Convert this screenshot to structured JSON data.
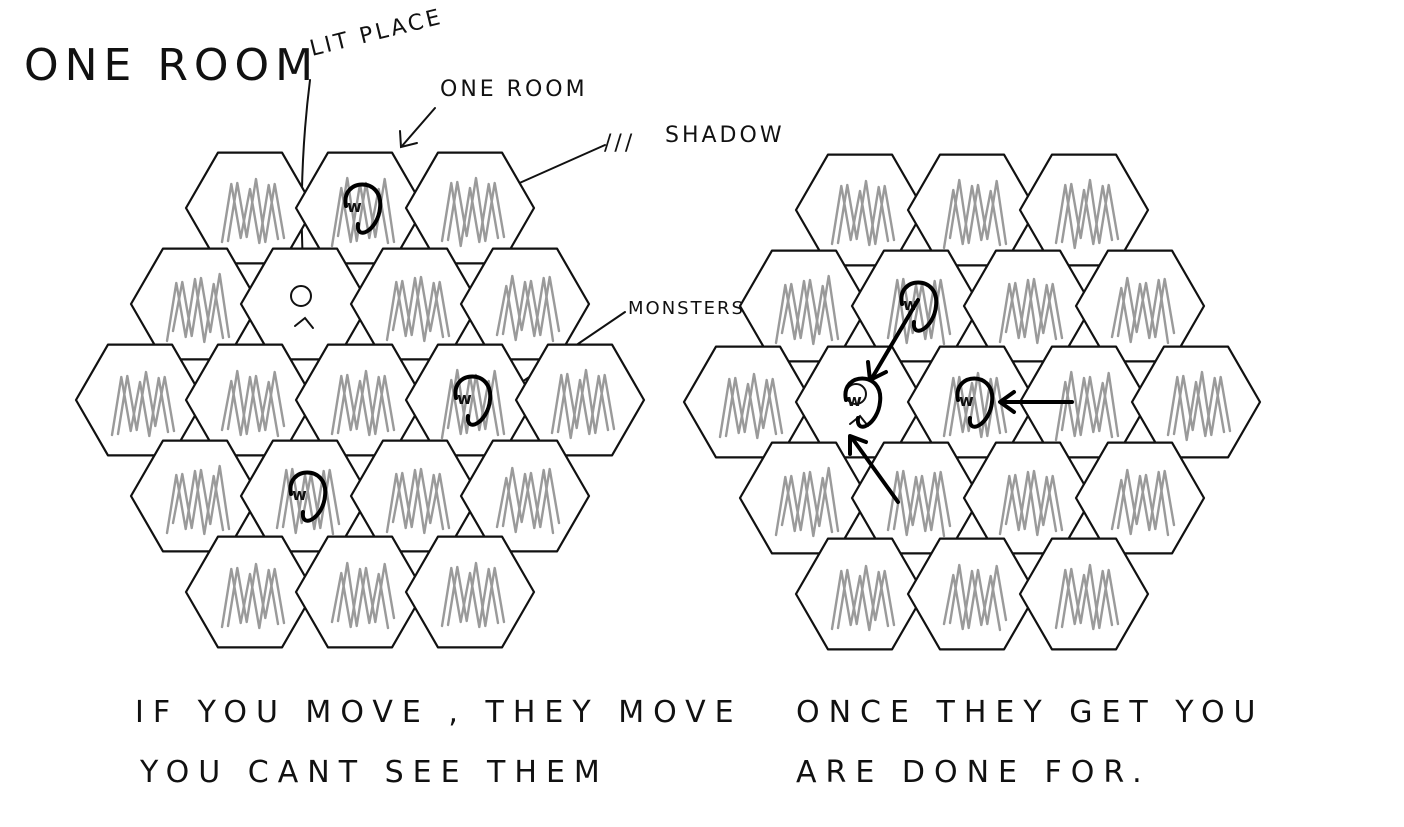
{
  "title": "ONE ROOM",
  "annotations": {
    "lit_place": "LIT PLACE",
    "one_room": "ONE ROOM",
    "shadow": "SHADOW",
    "monsters": "MONSTERS",
    "shadow_glyph": "///"
  },
  "captions": {
    "left_line1": "IF YOU MOVE , THEY MOVE",
    "left_line2": "YOU CANT SEE THEM",
    "right_line1": "ONCE THEY GET YOU",
    "right_line2": "ARE DONE FOR."
  },
  "boards": [
    {
      "id": "left",
      "rows": [
        [
          0,
          1,
          2
        ],
        [
          0,
          1,
          2,
          3
        ],
        [
          0,
          1,
          2,
          3,
          4
        ],
        [
          0,
          1,
          2,
          3
        ],
        [
          0,
          1,
          2
        ]
      ],
      "lit_cell": [
        1,
        1
      ],
      "monster_cells": [
        [
          0,
          1
        ],
        [
          2,
          3
        ],
        [
          3,
          1
        ]
      ],
      "monster_mark": "w"
    },
    {
      "id": "right",
      "rows": [
        [
          0,
          1,
          2
        ],
        [
          0,
          1,
          2,
          3
        ],
        [
          0,
          1,
          2,
          3,
          4
        ],
        [
          0,
          1,
          2,
          3
        ],
        [
          0,
          1,
          2
        ]
      ],
      "lit_cell": [
        2,
        1
      ],
      "monster_cells": [
        [
          1,
          1
        ],
        [
          2,
          1
        ],
        [
          2,
          2
        ]
      ],
      "monster_mark": "w"
    }
  ]
}
